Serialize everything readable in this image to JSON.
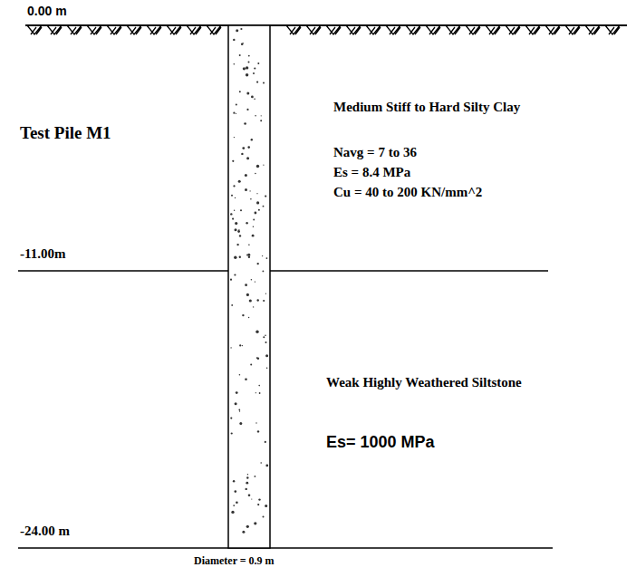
{
  "diagram": {
    "labels": [
      "0.00 m",
      "Test Pile M1",
      "Medium Stiff to Hard Silty Clay",
      "Navg = 7 to 36",
      "Es = 8.4 MPa",
      "Cu = 40 to 200 KN/mm^2",
      "-11.00m",
      "Weak Highly Weathered Siltstone",
      "Es= 1000 MPa",
      "-24.00 m",
      "Diameter = 0.9 m"
    ]
  }
}
